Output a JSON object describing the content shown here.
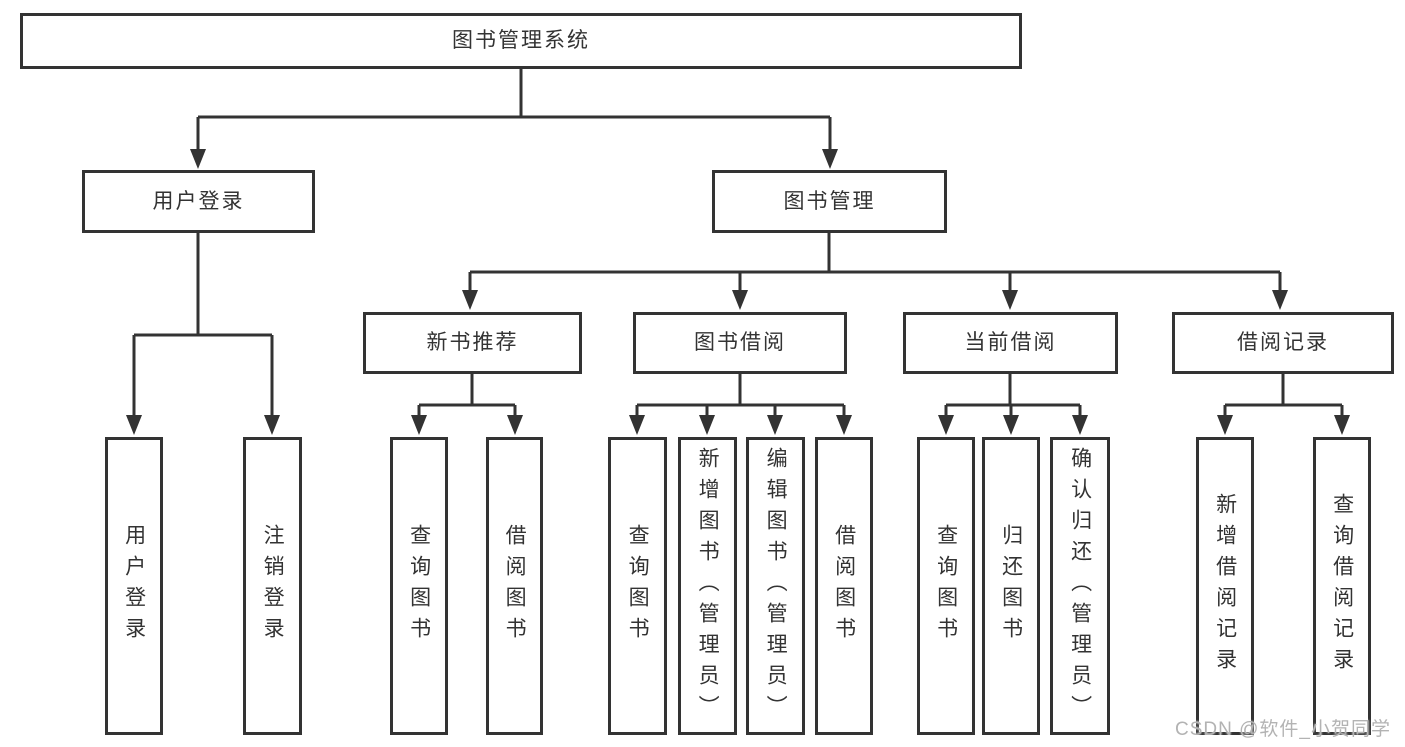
{
  "colors": {
    "background": "#ffffff",
    "line": "#333333",
    "box_border": "#333333",
    "box_fill": "#ffffff",
    "text": "#333333",
    "watermark_text": "#b3b3b3"
  },
  "watermark": "CSDN @软件_小贺同学",
  "nodes": {
    "root": "图书管理系统",
    "user_login": "用户登录",
    "book_management": "图书管理",
    "login_action": "用户登录",
    "logout_action": "注销登录",
    "new_book_recommend": "新书推荐",
    "book_borrow": "图书借阅",
    "current_borrow": "当前借阅",
    "borrow_records": "借阅记录",
    "nbr_query_books": "查询图书",
    "nbr_borrow_books": "借阅图书",
    "bb_query_books": "查询图书",
    "bb_add_books": "新增图书（管理员）",
    "bb_edit_books": "编辑图书（管理员）",
    "bb_borrow_books": "借阅图书",
    "cb_query_books": "查询图书",
    "cb_return_books": "归还图书",
    "cb_confirm_return": "确认归还（管理员）",
    "br_add_record": "新增借阅记录",
    "br_query_record": "查询借阅记录"
  }
}
